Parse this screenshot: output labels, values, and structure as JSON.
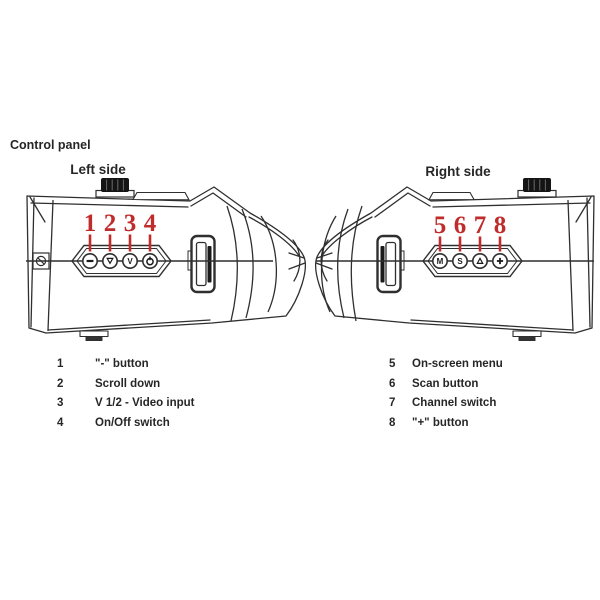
{
  "page": {
    "title": "Control panel",
    "left_section_label": "Left side",
    "right_section_label": "Right side"
  },
  "colors": {
    "callout_red": "#c02b2b",
    "line_dark": "#2f2f2f",
    "text_dark": "#262626"
  },
  "callouts": {
    "left": [
      {
        "num": "1"
      },
      {
        "num": "2"
      },
      {
        "num": "3"
      },
      {
        "num": "4"
      }
    ],
    "right": [
      {
        "num": "5"
      },
      {
        "num": "6"
      },
      {
        "num": "7"
      },
      {
        "num": "8"
      }
    ]
  },
  "devices": {
    "left": {
      "buttons": [
        {
          "name": "minus-button",
          "glyph": "-"
        },
        {
          "name": "scroll-down-button",
          "glyph": "triangle-down"
        },
        {
          "name": "video-input-button",
          "glyph": "V"
        },
        {
          "name": "power-button",
          "glyph": "power-symbol"
        }
      ]
    },
    "right": {
      "buttons": [
        {
          "name": "menu-button",
          "glyph": "M"
        },
        {
          "name": "scan-button",
          "glyph": "S"
        },
        {
          "name": "channel-switch-button",
          "glyph": "triangle-up"
        },
        {
          "name": "plus-button",
          "glyph": "+"
        }
      ]
    }
  },
  "legend": {
    "left": [
      {
        "num": "1",
        "label": "\"-\" button"
      },
      {
        "num": "2",
        "label": "Scroll down"
      },
      {
        "num": "3",
        "label": "V 1/2 - Video input"
      },
      {
        "num": "4",
        "label": "On/Off switch"
      }
    ],
    "right": [
      {
        "num": "5",
        "label": "On-screen menu"
      },
      {
        "num": "6",
        "label": "Scan button"
      },
      {
        "num": "7",
        "label": "Channel switch"
      },
      {
        "num": "8",
        "label": "\"+\" button"
      }
    ]
  }
}
